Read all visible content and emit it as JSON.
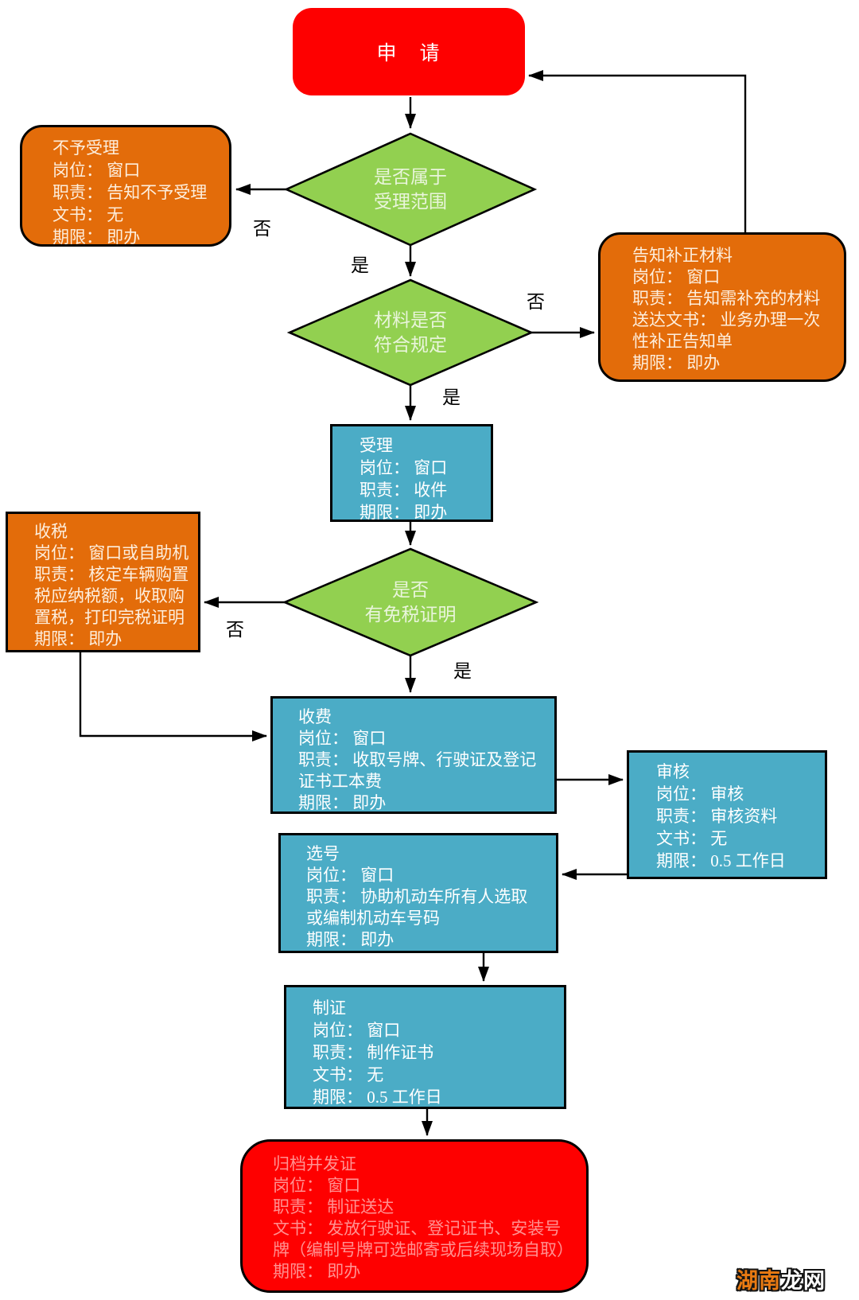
{
  "labels": {
    "yes": "是",
    "no": "否"
  },
  "nodes": {
    "apply": {
      "title": "申　请"
    },
    "decision_scope": {
      "line1": "是否属于",
      "line2": "受理范围"
    },
    "decision_material": {
      "line1": "材料是否",
      "line2": "符合规定"
    },
    "decision_tax": {
      "line1": "是否",
      "line2": "有免税证明"
    },
    "reject": {
      "lines": [
        "不予受理",
        "岗位： 窗口",
        "职责： 告知不予受理",
        "文书： 无",
        "期限： 即办"
      ]
    },
    "notify": {
      "lines": [
        "告知补正材料",
        "岗位： 窗口",
        "职责： 告知需补充的材料",
        "送达文书： 业务办理一次",
        "性补正告知单",
        "期限： 即办"
      ]
    },
    "accept": {
      "lines": [
        "受理",
        "岗位： 窗口",
        "职责： 收件",
        "期限： 即办"
      ]
    },
    "tax": {
      "lines": [
        "收税",
        "岗位： 窗口或自助机",
        "职责： 核定车辆购置",
        "税应纳税额，收取购",
        "置税，打印完税证明",
        "期限： 即办"
      ]
    },
    "fee": {
      "lines": [
        "收费",
        "岗位： 窗口",
        "职责： 收取号牌、行驶证及登记",
        "证书工本费",
        "期限： 即办"
      ]
    },
    "review": {
      "lines": [
        "审核",
        "岗位： 审核",
        "职责： 审核资料",
        "文书： 无",
        "期限： 0.5 工作日"
      ]
    },
    "select_number": {
      "lines": [
        "选号",
        "岗位： 窗口",
        "职责： 协助机动车所有人选取",
        "或编制机动车号码",
        "期限： 即办"
      ]
    },
    "make_cert": {
      "lines": [
        "制证",
        "岗位： 窗口",
        "职责： 制作证书",
        "文书： 无",
        "期限： 0.5 工作日"
      ]
    },
    "archive": {
      "lines": [
        "归档并发证",
        "岗位： 窗口",
        "职责： 制证送达",
        "文书： 发放行驶证、登记证书、安装号",
        "牌（编制号牌可选邮寄或后续现场自取）",
        "期限： 即办"
      ]
    }
  },
  "edges": [
    {
      "from": "申请",
      "to": "是否属于受理范围",
      "label": ""
    },
    {
      "from": "是否属于受理范围",
      "to": "不予受理",
      "label": "否"
    },
    {
      "from": "是否属于受理范围",
      "to": "材料是否符合规定",
      "label": "是"
    },
    {
      "from": "材料是否符合规定",
      "to": "告知补正材料",
      "label": "否"
    },
    {
      "from": "告知补正材料",
      "to": "申请",
      "label": ""
    },
    {
      "from": "材料是否符合规定",
      "to": "受理",
      "label": "是"
    },
    {
      "from": "受理",
      "to": "是否有免税证明",
      "label": ""
    },
    {
      "from": "是否有免税证明",
      "to": "收税",
      "label": "否"
    },
    {
      "from": "收税",
      "to": "收费",
      "label": ""
    },
    {
      "from": "是否有免税证明",
      "to": "收费",
      "label": "是"
    },
    {
      "from": "收费",
      "to": "审核",
      "label": ""
    },
    {
      "from": "审核",
      "to": "选号",
      "label": ""
    },
    {
      "from": "选号",
      "to": "制证",
      "label": ""
    },
    {
      "from": "制证",
      "to": "归档并发证",
      "label": ""
    }
  ],
  "colors": {
    "terminator_red": "#fe0000",
    "action_orange": "#e36c0a",
    "decision_green": "#92d050",
    "process_blue": "#4bacc6",
    "connector_black": "#000000",
    "archive_text_pink": "#ff9191"
  },
  "watermark": {
    "part1": "湖南",
    "part2": "龙网"
  }
}
